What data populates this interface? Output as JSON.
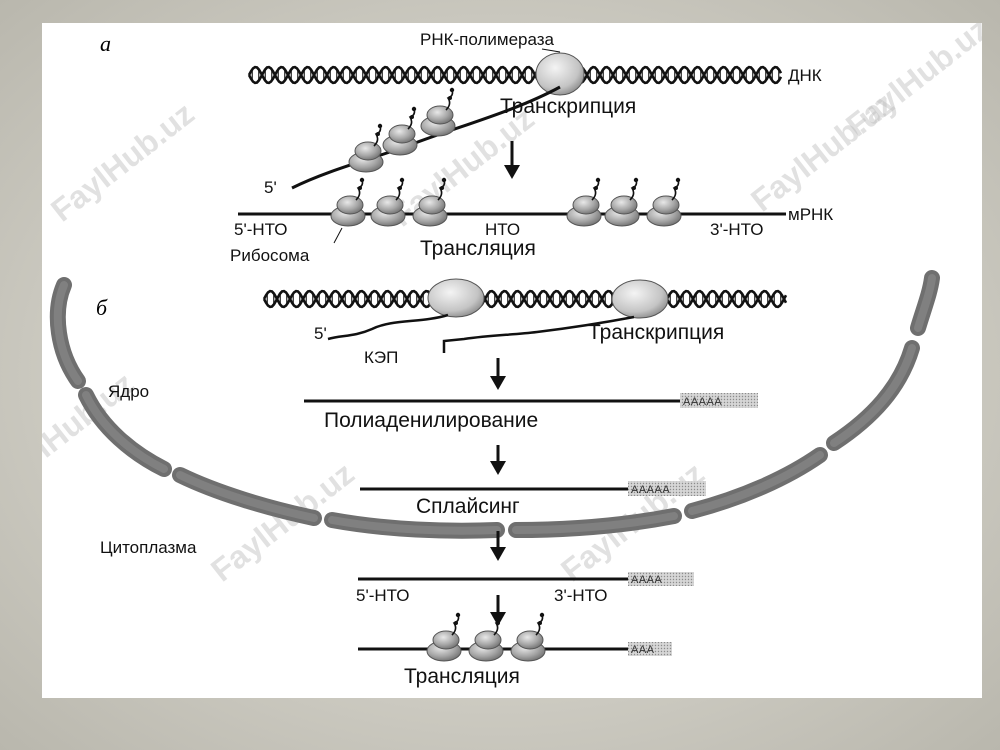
{
  "panel_a": {
    "letter": "а",
    "polymerase_label": "РНК-полимераза",
    "dna_label": "ДНК",
    "transcription_label": "Транскрипция",
    "five_prime": "5'",
    "utr5_label": "5'-НТО",
    "nto_label": "НТО",
    "utr3_label": "3'-НТО",
    "mrna_label": "мРНК",
    "ribosome_label": "Рибосома",
    "translation_label": "Трансляция"
  },
  "panel_b": {
    "letter": "б",
    "five_prime": "5'",
    "cap_label": "КЭП",
    "transcription_label": "Транскрипция",
    "nucleus_label": "Ядро",
    "polyadenylation_label": "Полиаденилирование",
    "polya_1": "AAAAA",
    "splicing_label": "Сплайсинг",
    "polya_2": "AAAAA",
    "cytoplasm_label": "Цитоплазма",
    "utr5_label": "5'-НТО",
    "utr3_label": "3'-НТО",
    "polya_3": "AAAA",
    "polya_4": "AAA",
    "translation_label": "Трансляция"
  },
  "watermarks": [
    "FaylHub.uz",
    "FaylHub.uz",
    "FaylHub.uz",
    "FaylHub.uz",
    "FaylHub.uz",
    "FaylHub.uz",
    "FaylHub.uz"
  ],
  "colors": {
    "background": "#cfcdc4",
    "slide": "#ffffff",
    "ink": "#111111",
    "ribosome": "#a9a9a9",
    "membrane": "#6f6f6f"
  }
}
